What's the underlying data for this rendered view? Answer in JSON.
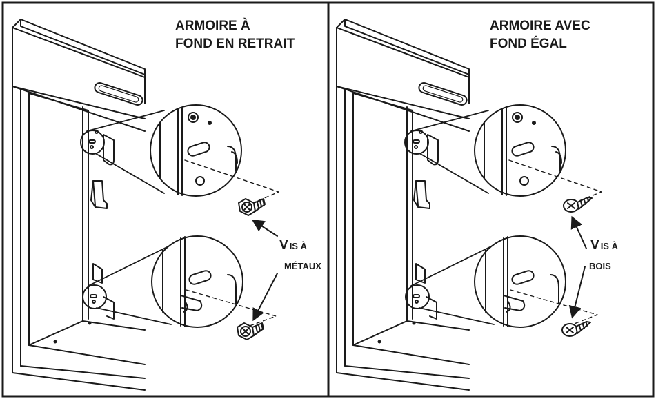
{
  "diagram": {
    "left_panel": {
      "title_line1": "ARMOIRE À",
      "title_line2": "FOND EN RETRAIT",
      "screw_label_cap": "V",
      "screw_label_rest": "IS À",
      "screw_label_line2": "MÉTAUX"
    },
    "right_panel": {
      "title_line1": "ARMOIRE AVEC",
      "title_line2": "FOND ÉGAL",
      "screw_label_cap": "V",
      "screw_label_rest": "IS À",
      "screw_label_line2": "BOIS"
    },
    "colors": {
      "stroke": "#1a1a1a",
      "background": "#ffffff",
      "shadow": "#bdbdbd"
    }
  }
}
